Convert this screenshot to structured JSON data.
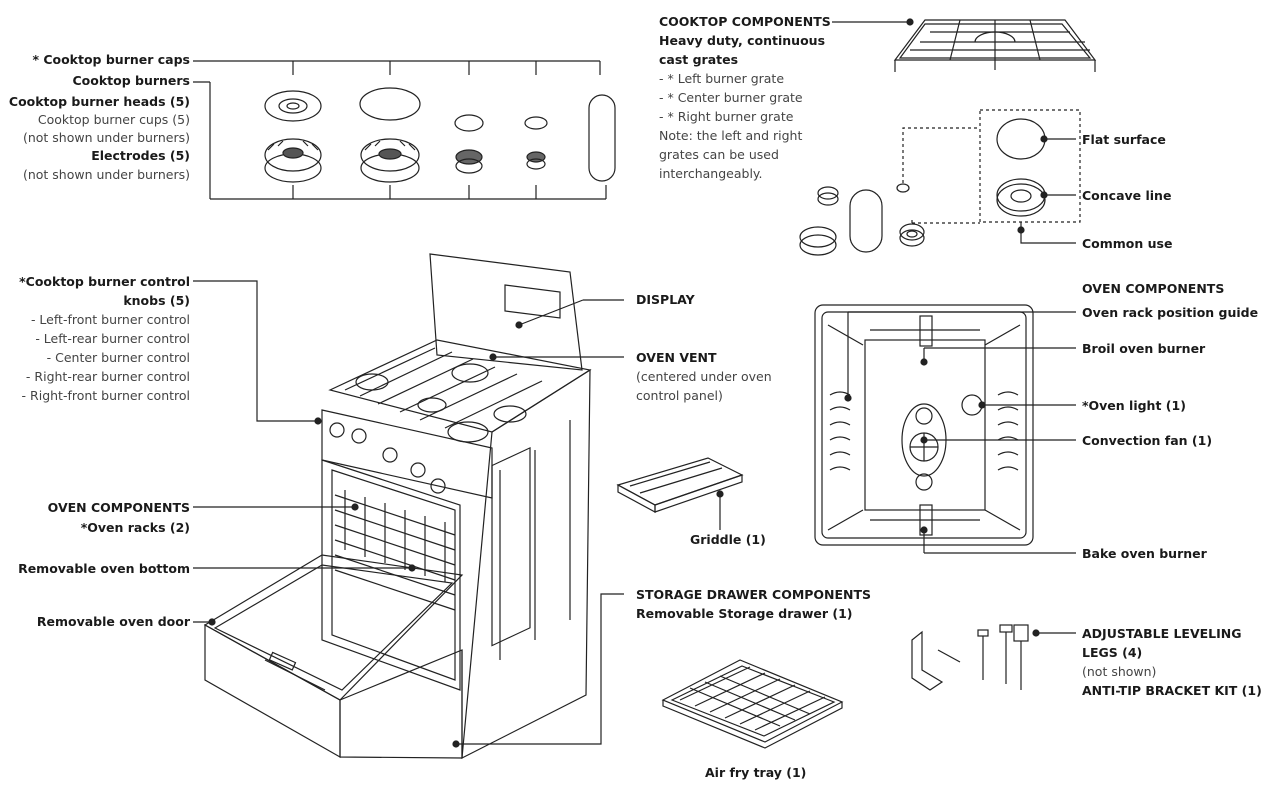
{
  "labels": {
    "burner_caps": "* Cooktop burner caps",
    "burners": "Cooktop burners",
    "burner_heads": "Cooktop burner heads (5)",
    "burner_cups": "Cooktop burner cups (5)",
    "cups_note": "(not shown under burners)",
    "electrodes": "Electrodes (5)",
    "electrodes_note": "(not shown under burners)",
    "cooktop_components_title": "COOKTOP COMPONENTS",
    "grates_title": "Heavy duty, continuous",
    "grates_title2": "cast grates",
    "left_grate": "- * Left burner grate",
    "center_grate": "- * Center burner grate",
    "right_grate": "- * Right burner grate",
    "grates_note1": "Note: the left and right",
    "grates_note2": "grates can be used",
    "grates_note3": "interchangeably.",
    "flat_surface": "Flat surface",
    "concave_line": "Concave line",
    "common_use": "Common use",
    "knobs_title1": "*Cooktop burner control",
    "knobs_title2": "knobs (5)",
    "knob_lf": "- Left-front burner control",
    "knob_lr": "- Left-rear burner control",
    "knob_c": "- Center burner control",
    "knob_rr": "- Right-rear burner control",
    "knob_rf": "- Right-front burner control",
    "display": "DISPLAY",
    "oven_vent": "OVEN VENT",
    "oven_vent_note1": "(centered under oven",
    "oven_vent_note2": "control panel)",
    "oven_components_left": "OVEN COMPONENTS",
    "oven_racks": "*Oven racks (2)",
    "oven_bottom": "Removable oven bottom",
    "oven_door": "Removable oven door",
    "griddle": "Griddle (1)",
    "oven_components_right": "OVEN COMPONENTS",
    "rack_guide": "Oven rack position guide",
    "broil_burner": "Broil oven burner",
    "oven_light": "*Oven light (1)",
    "convection_fan": "Convection fan (1)",
    "bake_burner": "Bake oven burner",
    "storage_title": "STORAGE DRAWER COMPONENTS",
    "storage_drawer": "Removable Storage drawer (1)",
    "leveling_legs1": "ADJUSTABLE LEVELING",
    "leveling_legs2": "LEGS (4)",
    "not_shown": "(not shown)",
    "anti_tip": "ANTI-TIP BRACKET KIT (1)",
    "air_fry_tray": "Air fry tray (1)"
  }
}
